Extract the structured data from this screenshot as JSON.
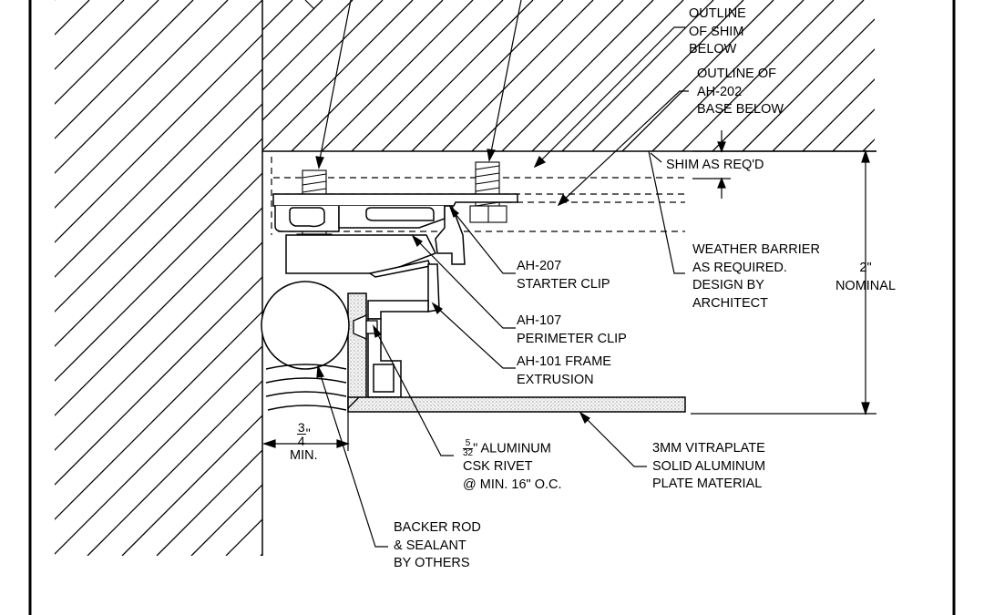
{
  "labels": {
    "outline_shim": [
      "OUTLINE",
      "OF SHIM",
      "BELOW"
    ],
    "outline_base": [
      "OUTLINE OF",
      "AH-202",
      "BASE BELOW"
    ],
    "shim_req": "SHIM AS REQ'D",
    "weather_barrier": [
      "WEATHER BARRIER",
      "AS REQUIRED.",
      "DESIGN BY",
      "ARCHITECT"
    ],
    "nominal_dim": [
      "2\"",
      "NOMINAL"
    ],
    "starter_clip": [
      "AH-207",
      "STARTER CLIP"
    ],
    "perimeter_clip": [
      "AH-107",
      "PERIMETER CLIP"
    ],
    "frame_extrusion": [
      "AH-101 FRAME",
      "EXTRUSION"
    ],
    "min_dim": {
      "num": "3",
      "den": "4",
      "text": "\"",
      "line2": "MIN."
    },
    "rivet": {
      "num": "5",
      "den": "32",
      "line1_rest": "\" ALUMINUM",
      "line2": "CSK RIVET",
      "line3": "@ MIN. 16\" O.C."
    },
    "vitraplate": [
      "3MM VITRAPLATE",
      "SOLID ALUMINUM",
      "PLATE MATERIAL"
    ],
    "backer_rod": [
      "BACKER ROD",
      "& SEALANT",
      "BY OTHERS"
    ]
  }
}
